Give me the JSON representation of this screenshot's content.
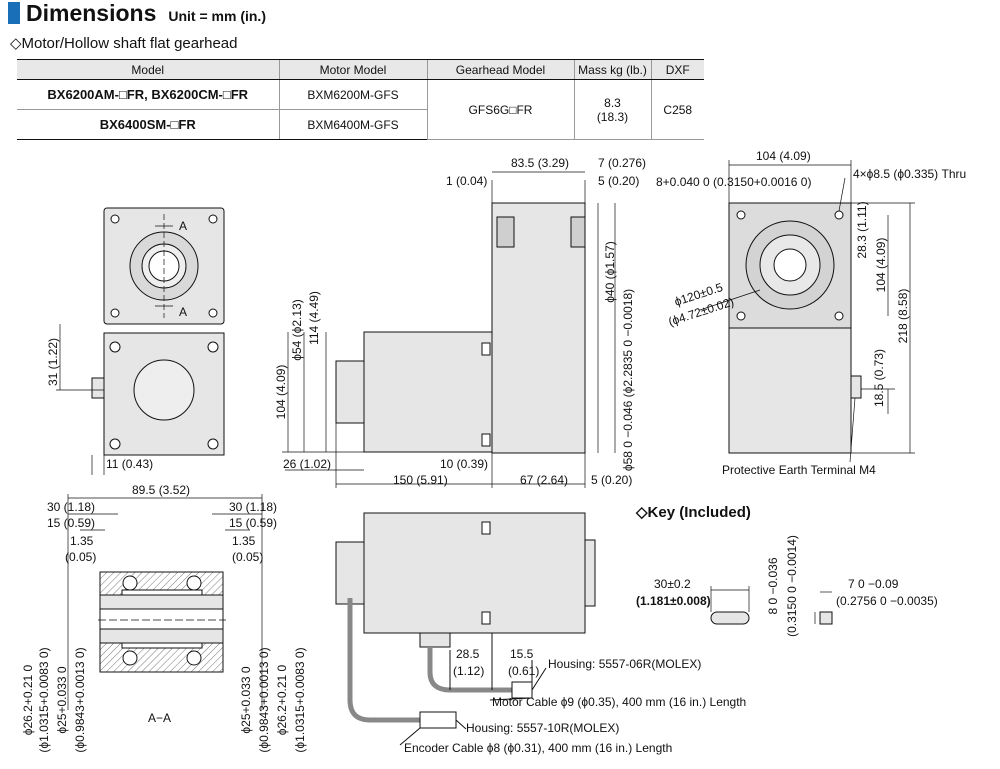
{
  "header": {
    "title": "Dimensions",
    "unit": "Unit = mm (in.)",
    "accent": "#1a70b8"
  },
  "subtitle": "◇Motor/Hollow shaft flat gearhead",
  "table": {
    "headers": [
      "Model",
      "Motor Model",
      "Gearhead Model",
      "Mass kg (lb.)",
      "DXF"
    ],
    "row1_model": "BX6200AM-□FR, BX6200CM-□FR",
    "row2_model": "BX6400SM-□FR",
    "row1_motor": "BXM6200M-GFS",
    "row2_motor": "BXM6400M-GFS",
    "gearhead": "GFS6G□FR",
    "mass_kg": "8.3",
    "mass_lb": "(18.3)",
    "dxf": "C258"
  },
  "key_title": "◇Key (Included)",
  "labels": {
    "a": "A",
    "aa": "A−A",
    "d1": "1 (0.04)",
    "d835": "83.5 (3.29)",
    "d7": "7 (0.276)",
    "d5t": "5 (0.20)",
    "d104t": "104 (4.09)",
    "dthru": "4×ϕ8.5 (ϕ0.335) Thru",
    "d8tol": "8+0.040 0 (0.3150+0.0016 0)",
    "d283": "28.3 (1.11)",
    "d104v": "104 (4.09)",
    "d218": "218 (8.58)",
    "d120": "ϕ120±0.5",
    "d120in": "(ϕ4.72±0.02)",
    "d185": "18.5 (0.73)",
    "pe": "Protective Earth Terminal M4",
    "d40": "ϕ40 (ϕ1.57)",
    "d58": "ϕ58 0 −0.046 (ϕ2.2835 0 −0.0018)",
    "d54": "ϕ54 (ϕ2.13)",
    "d114": "114 (4.49)",
    "d104l": "104 (4.09)",
    "d26": "26 (1.02)",
    "d10": "10 (0.39)",
    "d150": "150 (5.91)",
    "d67": "67 (2.64)",
    "d5b": "5 (0.20)",
    "d31": "31 (1.22)",
    "d11": "11 (0.43)",
    "d895": "89.5 (3.52)",
    "d30l": "30 (1.18)",
    "d15l": "15 (0.59)",
    "d135l": "1.35",
    "d005l": "(0.05)",
    "d30r": "30 (1.18)",
    "d15r": "15 (0.59)",
    "d135r": "1.35",
    "d005r": "(0.05)",
    "s262": "ϕ26.2+0.21 0",
    "s10315": "(ϕ1.0315+0.0083 0)",
    "s25": "ϕ25+0.033 0",
    "s09843": "(ϕ0.9843+0.0013 0)",
    "d285": "28.5",
    "d112": "(1.12)",
    "d155": "15.5",
    "d061": "(0.61)",
    "housing6": "Housing: 5557-06R(MOLEX)",
    "motorcable": "Motor Cable ϕ9 (ϕ0.35), 400 mm (16 in.) Length",
    "housing10": "Housing: 5557-10R(MOLEX)",
    "enccable": "Encoder Cable ϕ8 (ϕ0.31), 400 mm (16 in.) Length",
    "k30": "30±0.2",
    "k1181": "(1.181±0.008)",
    "k8": "8 0 −0.036",
    "k03150": "(0.3150 0 −0.0014)",
    "k7": "7 0 −0.09",
    "k02756": "(0.2756 0 −0.0035)"
  }
}
